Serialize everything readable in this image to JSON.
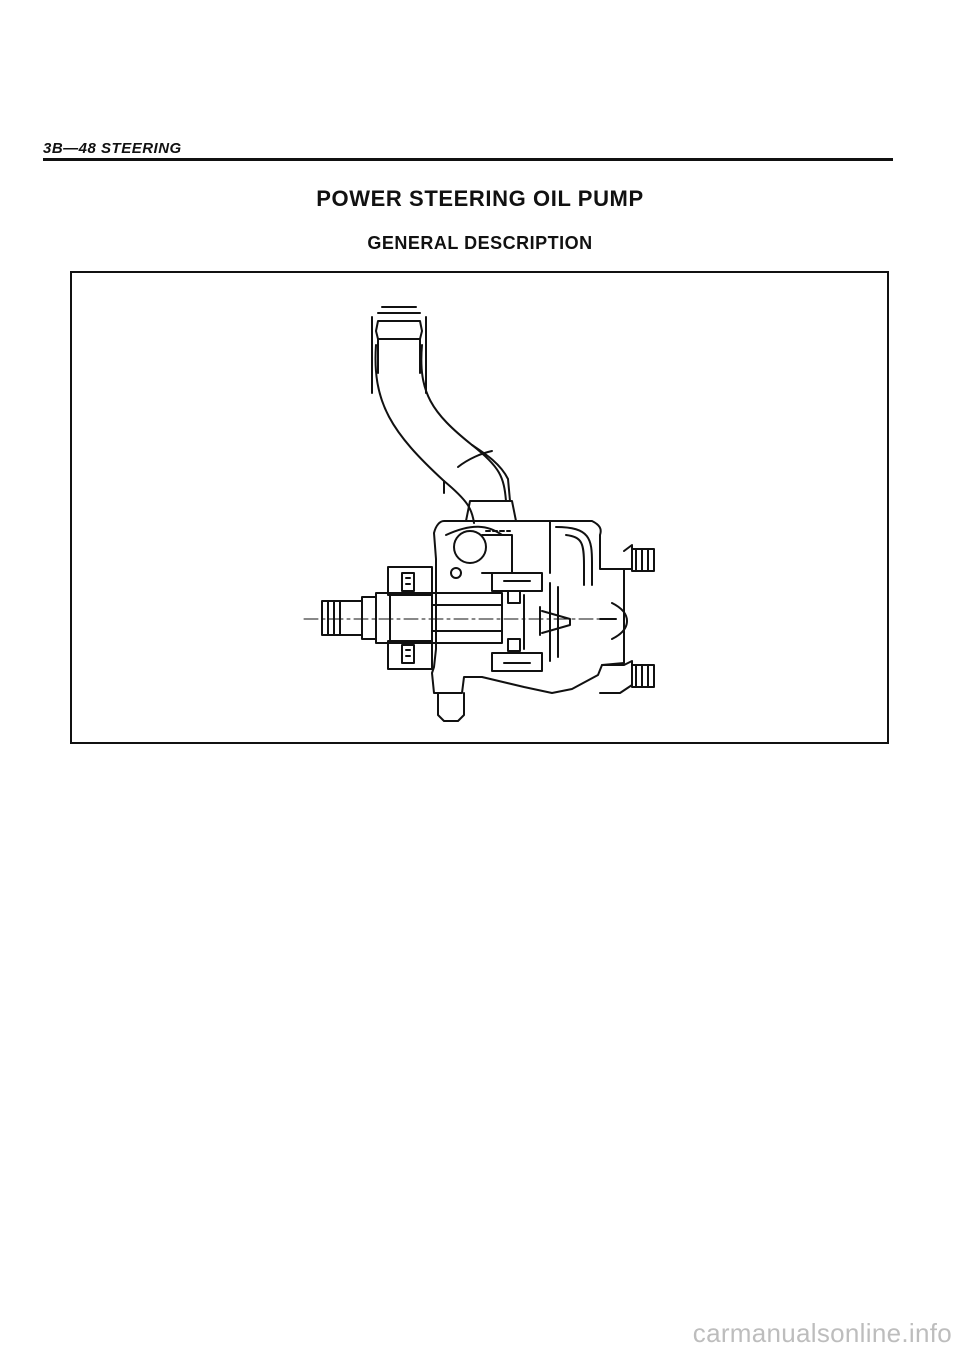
{
  "header": {
    "section_label": "3B—48 STEERING"
  },
  "title": "POWER STEERING OIL PUMP",
  "subtitle": "GENERAL DESCRIPTION",
  "figure": {
    "icon": "power-steering-pump-cutaway-illustration"
  },
  "watermark": "carmanualsonline.info"
}
